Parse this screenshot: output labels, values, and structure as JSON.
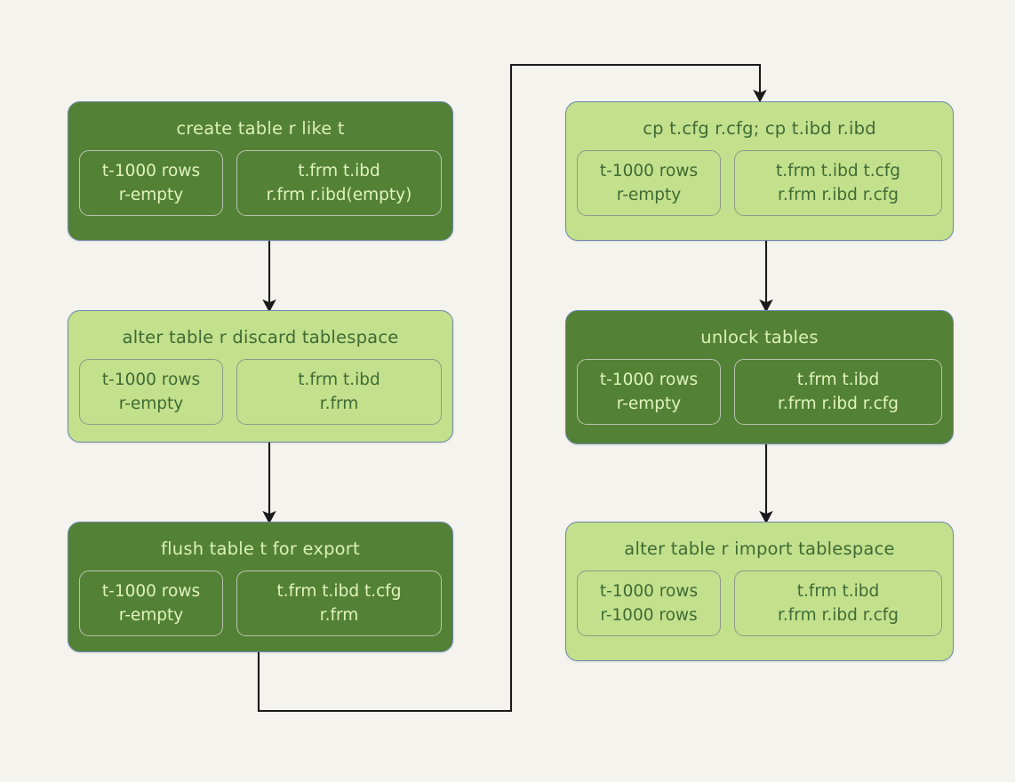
{
  "diagram": {
    "title_semantic": "innodb-transportable-tablespace-copy-flow",
    "background_color": "#f4f3ee",
    "colors": {
      "dark_node_fill": "#538135",
      "dark_node_text": "#d9f0b6",
      "light_node_fill": "#c3e08d",
      "light_node_text": "#3f6b33",
      "node_border": "#6b88a8",
      "cell_border_dark": "#b9c4b0",
      "cell_border_light": "#8e9a87",
      "edge_color": "#1a1a1a"
    },
    "nodes": [
      {
        "id": "create-table",
        "shade": "dark",
        "title": "create table r like t",
        "cells": [
          {
            "id": "rows",
            "lines": [
              "t-1000 rows",
              "r-empty"
            ]
          },
          {
            "id": "files",
            "lines": [
              "t.frm   t.ibd",
              "r.frm r.ibd(empty)"
            ]
          }
        ]
      },
      {
        "id": "discard-tablespace",
        "shade": "light",
        "title": "alter table r discard tablespace",
        "cells": [
          {
            "id": "rows",
            "lines": [
              "t-1000 rows",
              "r-empty"
            ]
          },
          {
            "id": "files",
            "lines": [
              "t.frm t.ibd",
              "r.frm"
            ]
          }
        ]
      },
      {
        "id": "flush-for-export",
        "shade": "dark",
        "title": "flush table t for export",
        "cells": [
          {
            "id": "rows",
            "lines": [
              "t-1000 rows",
              "r-empty"
            ]
          },
          {
            "id": "files",
            "lines": [
              "t.frm  t.ibd  t.cfg",
              "r.frm"
            ]
          }
        ]
      },
      {
        "id": "copy-files",
        "shade": "light",
        "title": "cp t.cfg r.cfg; cp t.ibd r.ibd",
        "cells": [
          {
            "id": "rows",
            "lines": [
              "t-1000 rows",
              "r-empty"
            ]
          },
          {
            "id": "files",
            "lines": [
              "t.frm  t.ibd  t.cfg",
              "r.frm  r.ibd  r.cfg"
            ]
          }
        ]
      },
      {
        "id": "unlock-tables",
        "shade": "dark",
        "title": "unlock tables",
        "cells": [
          {
            "id": "rows",
            "lines": [
              "t-1000 rows",
              "r-empty"
            ]
          },
          {
            "id": "files",
            "lines": [
              "t.frm   t.ibd",
              "r.frm r.ibd  r.cfg"
            ]
          }
        ]
      },
      {
        "id": "import-tablespace",
        "shade": "light",
        "title": "alter table r import tablespace",
        "cells": [
          {
            "id": "rows",
            "lines": [
              "t-1000 rows",
              "r-1000 rows"
            ]
          },
          {
            "id": "files",
            "lines": [
              "t.frm  t.ibd",
              "r.frm  r.ibd  r.cfg"
            ]
          }
        ]
      }
    ],
    "edges": [
      {
        "id": "create-to-discard",
        "from": "create-table",
        "to": "discard-tablespace",
        "style": "straight-down"
      },
      {
        "id": "discard-to-flush",
        "from": "discard-tablespace",
        "to": "flush-for-export",
        "style": "straight-down"
      },
      {
        "id": "flush-to-copy",
        "from": "flush-for-export",
        "to": "copy-files",
        "style": "wrap-around"
      },
      {
        "id": "copy-to-unlock",
        "from": "copy-files",
        "to": "unlock-tables",
        "style": "straight-down"
      },
      {
        "id": "unlock-to-import",
        "from": "unlock-tables",
        "to": "import-tablespace",
        "style": "straight-down"
      }
    ]
  }
}
